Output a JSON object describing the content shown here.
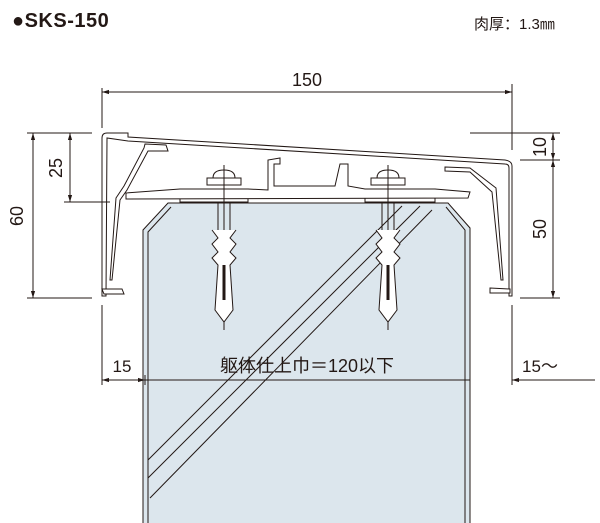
{
  "header": {
    "title": "●SKS-150",
    "thickness": "肉厚：1.3㎜"
  },
  "dimensions": {
    "total_width": "150",
    "total_height": "60",
    "inner_height": "25",
    "top_offset": "10",
    "front_height": "50",
    "left_clearance": "15",
    "right_clearance": "15～",
    "wall_width": "躯体仕上巾＝120以下"
  },
  "colors": {
    "wall_fill": "#dce6ed",
    "line": "#231815"
  }
}
